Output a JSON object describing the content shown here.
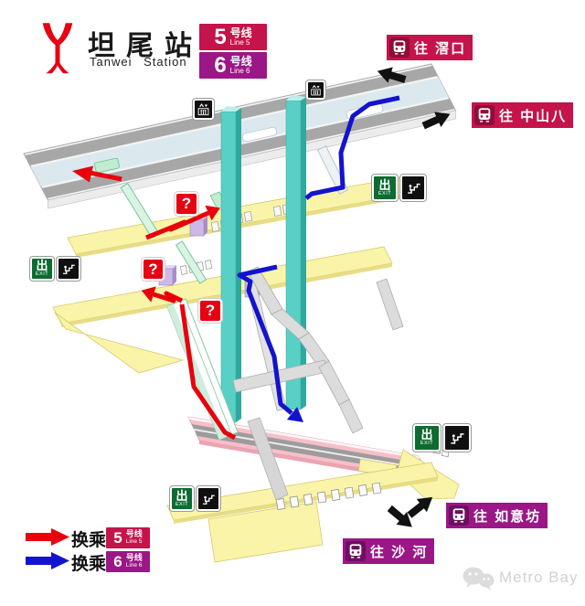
{
  "header": {
    "logo": "guangzhou-metro-logo",
    "title": "坦尾站",
    "subtitle": "Tanwei Station",
    "line_badges": [
      {
        "number": "5",
        "suffix": "号线",
        "en": "Line 5",
        "color": "#c5134b"
      },
      {
        "number": "6",
        "suffix": "号线",
        "en": "Line 6",
        "color": "#9b1687"
      }
    ]
  },
  "destinations": [
    {
      "label": "往 滘口",
      "line": "5",
      "color": "#c5134b"
    },
    {
      "label": "往 中山八",
      "line": "5",
      "color": "#c5134b"
    },
    {
      "label": "往 如意坊",
      "line": "6",
      "color": "#9b1687"
    },
    {
      "label": "往 沙 河",
      "line": "6",
      "color": "#9b1687"
    }
  ],
  "exit_badge": {
    "cn": "出",
    "en": "EXIT"
  },
  "service_badge": {
    "symbol": "?"
  },
  "legend": {
    "rows": [
      {
        "text": "换乘",
        "arrow_color": "#e8000d",
        "line": {
          "number": "5",
          "suffix": "号线",
          "en": "Line 5",
          "color": "#c5134b"
        }
      },
      {
        "text": "换乘",
        "arrow_color": "#1313cf",
        "line": {
          "number": "6",
          "suffix": "号线",
          "en": "Line 6",
          "color": "#9b1687"
        }
      }
    ]
  },
  "watermark": {
    "text": "Metro Bay"
  },
  "palette": {
    "line5_red": "#c5134b",
    "line6_purple": "#9b1687",
    "transfer_red": "#e8000d",
    "transfer_blue": "#1313cf",
    "exit_green": "#0e6b31",
    "column_teal": "#58d0c6",
    "concourse_yellow": "#faf4a8",
    "platform_pink": "#f7bfc8",
    "elevated_platform_blue": "#dbe9ef",
    "track_gray": "#a7a7a7"
  }
}
